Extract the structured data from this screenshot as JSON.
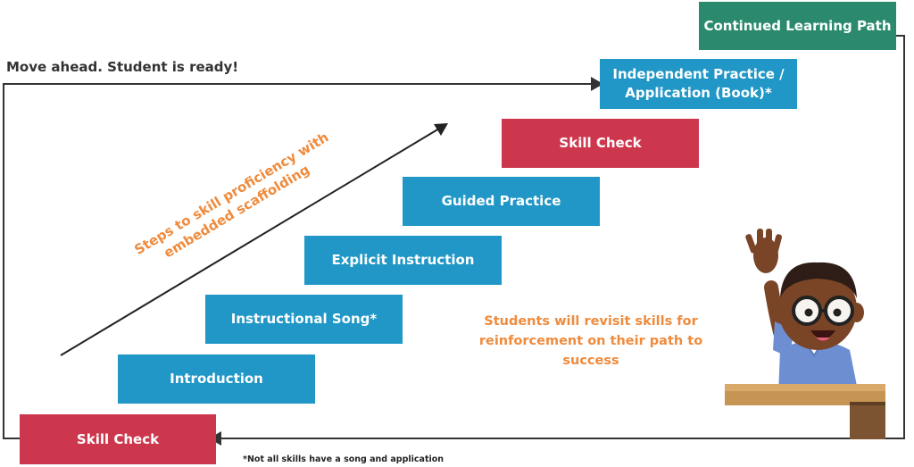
{
  "steps": {
    "skill_check_start": "Skill Check",
    "introduction": "Introduction",
    "instructional_song": "Instructional Song*",
    "explicit_instruction": "Explicit Instruction",
    "guided_practice": "Guided Practice",
    "skill_check_mid": "Skill Check",
    "independent_practice_line1": "Independent Practice /",
    "independent_practice_line2": "Application (Book)*",
    "continued_learning": "Continued Learning Path"
  },
  "labels": {
    "move_ahead": "Move ahead. Student is ready!",
    "scaffolding_line1": "Steps to skill proficiency with",
    "scaffolding_line2": "embedded scaffolding",
    "revisit_line1": "Students will revisit skills for",
    "revisit_line2": "reinforcement on their path to",
    "revisit_line3": "success",
    "footnote": "*Not all skills have a song and application"
  },
  "colors": {
    "blue": "#2097c6",
    "red": "#cd374e",
    "green": "#2b8a6e",
    "orange": "#ef8b3d",
    "line": "#333333"
  }
}
